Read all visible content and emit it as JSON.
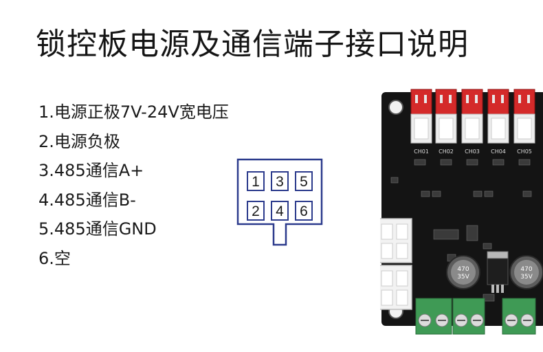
{
  "title": "锁控板电源及通信端子接口说明",
  "pins": [
    {
      "label": "1.电源正极7V-24V宽电压"
    },
    {
      "label": "2.电源负极"
    },
    {
      "label": "3.485通信A+"
    },
    {
      "label": "4.485通信B-"
    },
    {
      "label": "5.485通信GND"
    },
    {
      "label": "6.空"
    }
  ],
  "connector": {
    "top_row": [
      "1",
      "3",
      "5"
    ],
    "bottom_row": [
      "2",
      "4",
      "6"
    ],
    "stroke_color": "#2b3a8c"
  },
  "board": {
    "channel_labels": [
      "CH01",
      "CH02",
      "CH03",
      "CH04",
      "CH05"
    ],
    "capacitor_labels": [
      "470",
      "35V"
    ],
    "pcb_color": "#141414",
    "header_color": "#d42a2a",
    "terminal_color": "#3f9a55"
  }
}
